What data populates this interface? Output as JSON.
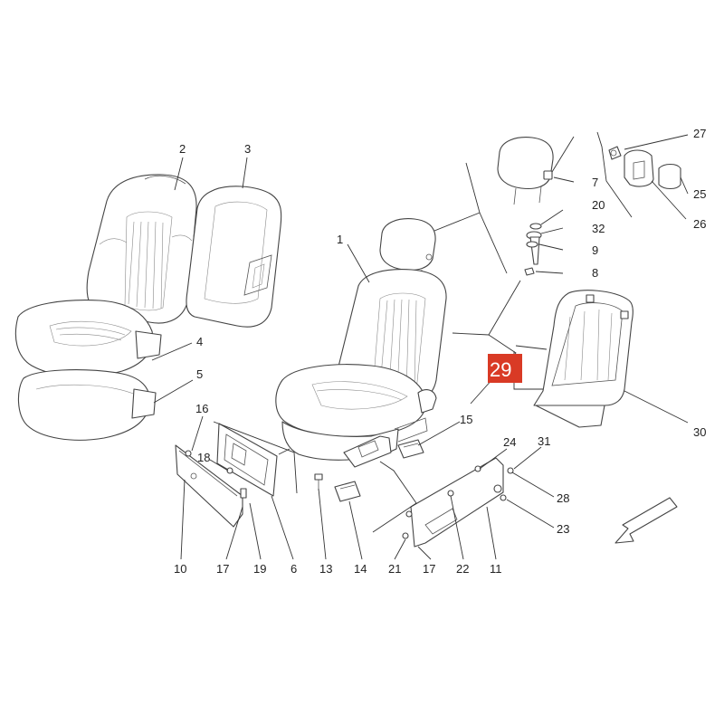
{
  "callouts": {
    "c1": "1",
    "c2": "2",
    "c3": "3",
    "c4": "4",
    "c5": "5",
    "c6": "6",
    "c7": "7",
    "c8": "8",
    "c9": "9",
    "c10": "10",
    "c11": "11",
    "c13": "13",
    "c14": "14",
    "c15": "15",
    "c16": "16",
    "c17a": "17",
    "c17b": "17",
    "c18": "18",
    "c19": "19",
    "c20": "20",
    "c21": "21",
    "c22": "22",
    "c23": "23",
    "c24": "24",
    "c25": "25",
    "c26": "26",
    "c27": "27",
    "c28": "28",
    "c29": "29",
    "c30": "30",
    "c31": "31",
    "c32": "32"
  },
  "colors": {
    "highlight": "#d93a25",
    "line": "#444444"
  }
}
